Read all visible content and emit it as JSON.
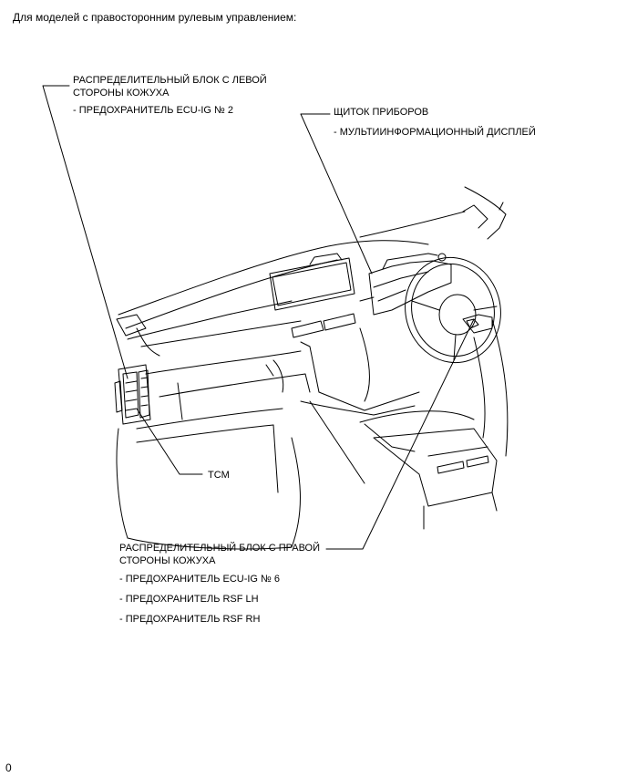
{
  "heading": "Для моделей с правосторонним рулевым управлением:",
  "callouts": {
    "left_cowl": {
      "title_line1": "РАСПРЕДЕЛИТЕЛЬНЫЙ БЛОК С ЛЕВОЙ",
      "title_line2": "СТОРОНЫ КОЖУХА",
      "items": [
        "- ПРЕДОХРАНИТЕЛЬ ECU-IG № 2"
      ]
    },
    "meter": {
      "title": "ЩИТОК ПРИБОРОВ",
      "items": [
        "- МУЛЬТИИНФОРМАЦИОННЫЙ ДИСПЛЕЙ"
      ]
    },
    "tcm": {
      "title": "TCM"
    },
    "right_cowl": {
      "title_line1": "РАСПРЕДЕЛИТЕЛЬНЫЙ БЛОК С ПРАВОЙ",
      "title_line2": "СТОРОНЫ КОЖУХА",
      "items": [
        "- ПРЕДОХРАНИТЕЛЬ ECU-IG № 6",
        "- ПРЕДОХРАНИТЕЛЬ RSF LH",
        "- ПРЕДОХРАНИТЕЛЬ RSF RH"
      ]
    }
  },
  "page_mark": "0"
}
